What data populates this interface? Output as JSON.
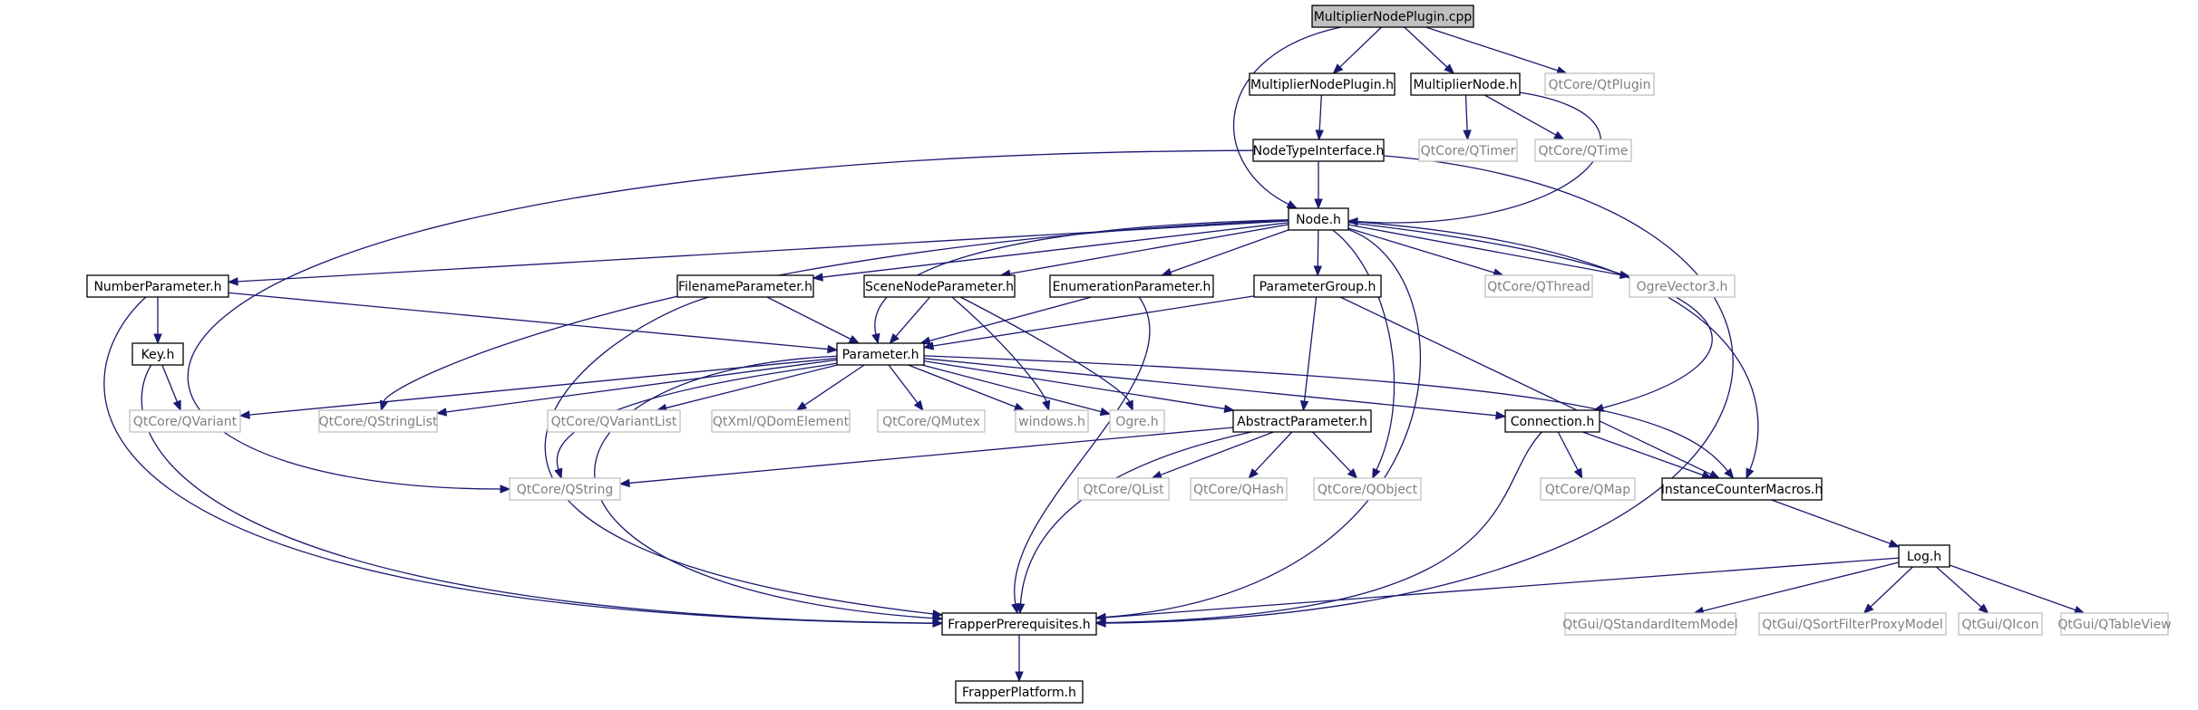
{
  "diagram": {
    "type": "include-dependency-graph",
    "colors": {
      "edge": "#191970",
      "root_fill": "#c0c0c0",
      "external_border": "#c0c0c0",
      "external_text": "#808080"
    },
    "nodes": [
      {
        "id": "root",
        "label": "MultiplierNodePlugin.cpp",
        "kind": "root"
      },
      {
        "id": "mnph",
        "label": "MultiplierNodePlugin.h",
        "kind": "local"
      },
      {
        "id": "mnh",
        "label": "MultiplierNode.h",
        "kind": "local"
      },
      {
        "id": "qtplugin",
        "label": "QtCore/QtPlugin",
        "kind": "external"
      },
      {
        "id": "nti",
        "label": "NodeTypeInterface.h",
        "kind": "local"
      },
      {
        "id": "qtimer",
        "label": "QtCore/QTimer",
        "kind": "external"
      },
      {
        "id": "qtime",
        "label": "QtCore/QTime",
        "kind": "external"
      },
      {
        "id": "node",
        "label": "Node.h",
        "kind": "local"
      },
      {
        "id": "numparam",
        "label": "NumberParameter.h",
        "kind": "local"
      },
      {
        "id": "fileparam",
        "label": "FilenameParameter.h",
        "kind": "local"
      },
      {
        "id": "sceneparam",
        "label": "SceneNodeParameter.h",
        "kind": "local"
      },
      {
        "id": "enumparam",
        "label": "EnumerationParameter.h",
        "kind": "local"
      },
      {
        "id": "paramgroup",
        "label": "ParameterGroup.h",
        "kind": "local"
      },
      {
        "id": "qthread",
        "label": "QtCore/QThread",
        "kind": "external"
      },
      {
        "id": "ogrevec",
        "label": "OgreVector3.h",
        "kind": "external"
      },
      {
        "id": "keyh",
        "label": "Key.h",
        "kind": "local"
      },
      {
        "id": "param",
        "label": "Parameter.h",
        "kind": "local"
      },
      {
        "id": "qvariant",
        "label": "QtCore/QVariant",
        "kind": "external"
      },
      {
        "id": "qstringlist",
        "label": "QtCore/QStringList",
        "kind": "external"
      },
      {
        "id": "qvariantlist",
        "label": "QtCore/QVariantList",
        "kind": "external"
      },
      {
        "id": "qdom",
        "label": "QtXml/QDomElement",
        "kind": "external"
      },
      {
        "id": "qmutex",
        "label": "QtCore/QMutex",
        "kind": "external"
      },
      {
        "id": "windows",
        "label": "windows.h",
        "kind": "external"
      },
      {
        "id": "ogre",
        "label": "Ogre.h",
        "kind": "external"
      },
      {
        "id": "absparam",
        "label": "AbstractParameter.h",
        "kind": "local"
      },
      {
        "id": "conn",
        "label": "Connection.h",
        "kind": "local"
      },
      {
        "id": "qstring",
        "label": "QtCore/QString",
        "kind": "external"
      },
      {
        "id": "qlist",
        "label": "QtCore/QList",
        "kind": "external"
      },
      {
        "id": "qhash",
        "label": "QtCore/QHash",
        "kind": "external"
      },
      {
        "id": "qobject",
        "label": "QtCore/QObject",
        "kind": "external"
      },
      {
        "id": "qmap",
        "label": "QtCore/QMap",
        "kind": "external"
      },
      {
        "id": "icm",
        "label": "InstanceCounterMacros.h",
        "kind": "local"
      },
      {
        "id": "log",
        "label": "Log.h",
        "kind": "local"
      },
      {
        "id": "fprereq",
        "label": "FrapperPrerequisites.h",
        "kind": "local"
      },
      {
        "id": "qsim",
        "label": "QtGui/QStandardItemModel",
        "kind": "external"
      },
      {
        "id": "qsfpm",
        "label": "QtGui/QSortFilterProxyModel",
        "kind": "external"
      },
      {
        "id": "qicon",
        "label": "QtGui/QIcon",
        "kind": "external"
      },
      {
        "id": "qtv",
        "label": "QtGui/QTableView",
        "kind": "external"
      },
      {
        "id": "fplat",
        "label": "FrapperPlatform.h",
        "kind": "local"
      }
    ],
    "edges": [
      [
        "root",
        "mnph"
      ],
      [
        "root",
        "mnh"
      ],
      [
        "root",
        "qtplugin"
      ],
      [
        "root",
        "node"
      ],
      [
        "mnph",
        "nti"
      ],
      [
        "mnh",
        "qtimer"
      ],
      [
        "mnh",
        "qtime"
      ],
      [
        "mnh",
        "node"
      ],
      [
        "nti",
        "node"
      ],
      [
        "nti",
        "qstring"
      ],
      [
        "nti",
        "fprereq"
      ],
      [
        "node",
        "numparam"
      ],
      [
        "node",
        "fileparam"
      ],
      [
        "node",
        "sceneparam"
      ],
      [
        "node",
        "enumparam"
      ],
      [
        "node",
        "paramgroup"
      ],
      [
        "node",
        "qthread"
      ],
      [
        "node",
        "ogrevec"
      ],
      [
        "node",
        "param"
      ],
      [
        "node",
        "qstringlist"
      ],
      [
        "node",
        "qobject"
      ],
      [
        "node",
        "conn"
      ],
      [
        "node",
        "icm"
      ],
      [
        "node",
        "fprereq"
      ],
      [
        "numparam",
        "keyh"
      ],
      [
        "numparam",
        "param"
      ],
      [
        "numparam",
        "fprereq"
      ],
      [
        "fileparam",
        "param"
      ],
      [
        "fileparam",
        "fprereq"
      ],
      [
        "sceneparam",
        "param"
      ],
      [
        "sceneparam",
        "windows"
      ],
      [
        "sceneparam",
        "ogre"
      ],
      [
        "enumparam",
        "param"
      ],
      [
        "enumparam",
        "fprereq"
      ],
      [
        "paramgroup",
        "param"
      ],
      [
        "paramgroup",
        "absparam"
      ],
      [
        "paramgroup",
        "icm"
      ],
      [
        "keyh",
        "qvariant"
      ],
      [
        "keyh",
        "fprereq"
      ],
      [
        "param",
        "qvariant"
      ],
      [
        "param",
        "qstringlist"
      ],
      [
        "param",
        "qvariantlist"
      ],
      [
        "param",
        "qdom"
      ],
      [
        "param",
        "qmutex"
      ],
      [
        "param",
        "windows"
      ],
      [
        "param",
        "ogre"
      ],
      [
        "param",
        "absparam"
      ],
      [
        "param",
        "conn"
      ],
      [
        "param",
        "icm"
      ],
      [
        "param",
        "qstring"
      ],
      [
        "param",
        "fprereq"
      ],
      [
        "absparam",
        "qstring"
      ],
      [
        "absparam",
        "qlist"
      ],
      [
        "absparam",
        "qhash"
      ],
      [
        "absparam",
        "qobject"
      ],
      [
        "absparam",
        "fprereq"
      ],
      [
        "conn",
        "qmap"
      ],
      [
        "conn",
        "icm"
      ],
      [
        "conn",
        "fprereq"
      ],
      [
        "icm",
        "log"
      ],
      [
        "log",
        "fprereq"
      ],
      [
        "log",
        "qsim"
      ],
      [
        "log",
        "qsfpm"
      ],
      [
        "log",
        "qicon"
      ],
      [
        "log",
        "qtv"
      ],
      [
        "fprereq",
        "fplat"
      ]
    ]
  }
}
